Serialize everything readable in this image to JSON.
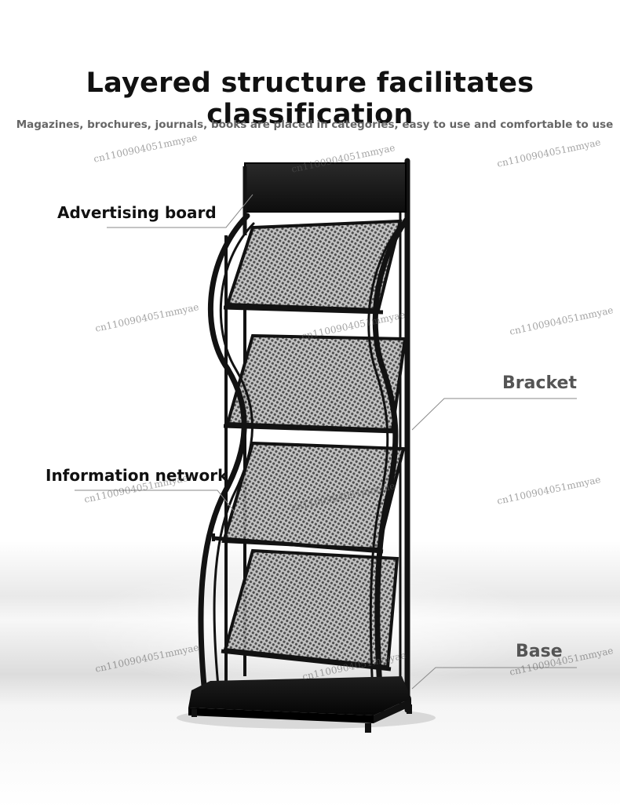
{
  "header": {
    "title": "Layered structure facilitates classification",
    "subtitle": "Magazines, brochures, journals, books are placed in categories, easy to use and comfortable to use"
  },
  "labels": {
    "advertising_board": "Advertising board",
    "bracket": "Bracket",
    "information_network": "Information network",
    "base": "Base"
  },
  "watermark": "cn1100904051mmyae",
  "colors": {
    "frame": "#121212",
    "mesh": "#6e6e6e",
    "leader_line": "#8a8a8a"
  }
}
